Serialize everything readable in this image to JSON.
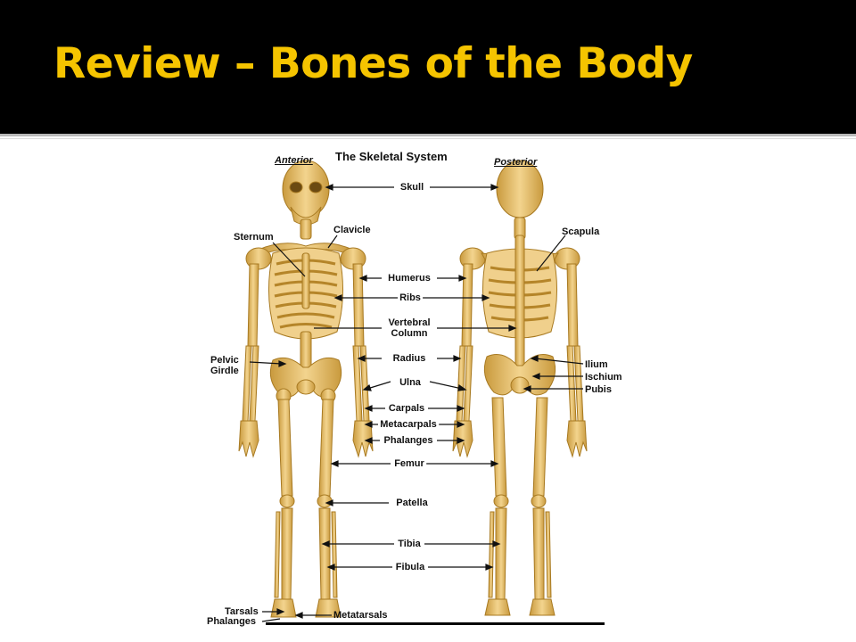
{
  "slide": {
    "title": "Review – Bones of the Body"
  },
  "figure": {
    "heading": "The Skeletal System",
    "views": {
      "anterior": "Anterior",
      "posterior": "Posterior"
    },
    "labels": {
      "skull": "Skull",
      "clavicle": "Clavicle",
      "sternum": "Sternum",
      "scapula": "Scapula",
      "humerus": "Humerus",
      "ribs": "Ribs",
      "vertebral_column_1": "Vertebral",
      "vertebral_column_2": "Column",
      "pelvic_girdle_1": "Pelvic",
      "pelvic_girdle_2": "Girdle",
      "radius": "Radius",
      "ulna": "Ulna",
      "ilium": "Ilium",
      "ischium": "Ischium",
      "pubis": "Pubis",
      "carpals": "Carpals",
      "metacarpals": "Metacarpals",
      "phalanges": "Phalanges",
      "femur": "Femur",
      "patella": "Patella",
      "tibia": "Tibia",
      "fibula": "Fibula",
      "tarsals": "Tarsals",
      "phalanges_foot": "Phalanges",
      "metatarsals": "Metatarsals"
    }
  },
  "colors": {
    "title": "#F5C400",
    "bone": "#E7BD63",
    "bone_dark": "#B98A2C",
    "background": "#000000"
  }
}
